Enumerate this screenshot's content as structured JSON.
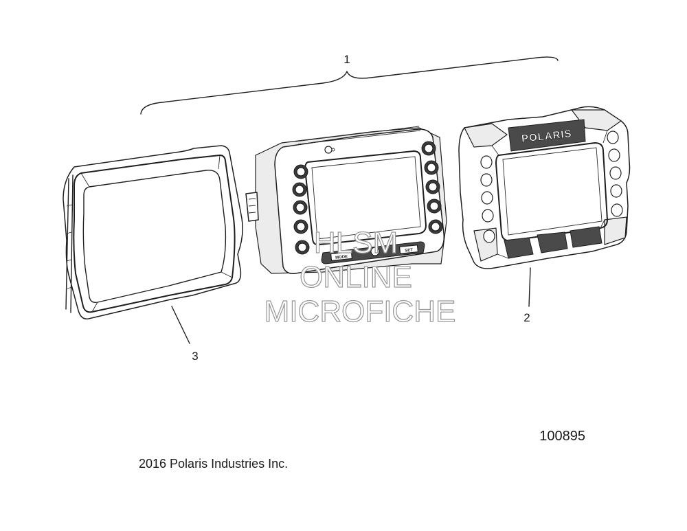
{
  "callouts": {
    "assembly": "1",
    "bezel": "2",
    "cover": "3"
  },
  "part_number": "100895",
  "copyright": "2016 Polaris Industries Inc.",
  "bezel_logo": "POLARIS",
  "gauge_buttons": {
    "mode": "MODE",
    "set": "SET"
  },
  "watermark": {
    "line1": "HLSM",
    "line2": "ONLINE",
    "line3": "MICROFICHE"
  }
}
